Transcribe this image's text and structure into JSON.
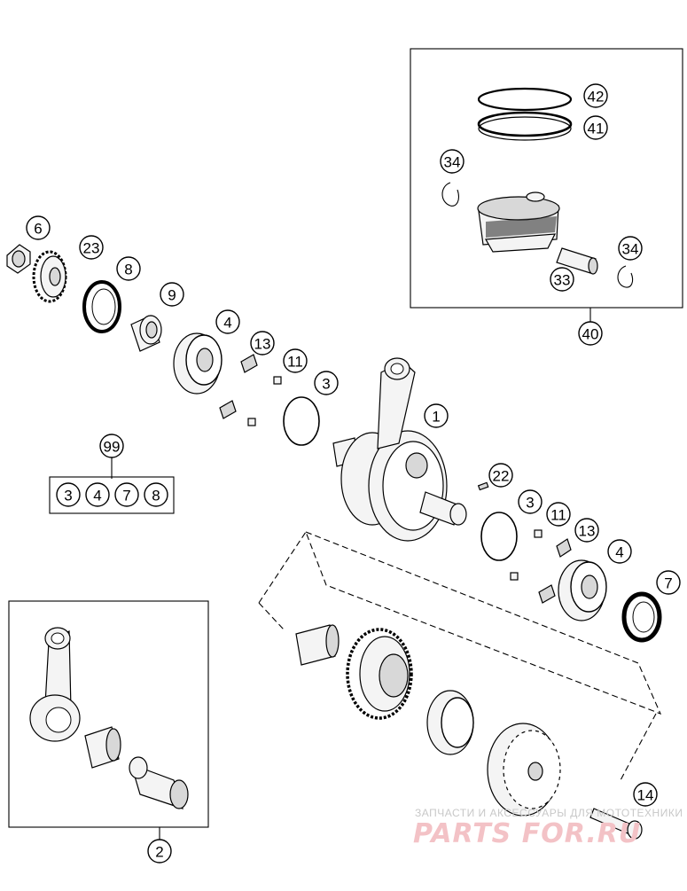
{
  "callouts": {
    "c1": "1",
    "c2": "2",
    "c3a": "3",
    "c3b": "3",
    "c4a": "4",
    "c4b": "4",
    "c6": "6",
    "c7": "7",
    "c8": "8",
    "c9": "9",
    "c11a": "11",
    "c11b": "11",
    "c13a": "13",
    "c13b": "13",
    "c14": "14",
    "c22": "22",
    "c23": "23",
    "c33": "33",
    "c34a": "34",
    "c34b": "34",
    "c40": "40",
    "c41": "41",
    "c42": "42",
    "c99": "99"
  },
  "kit_99": [
    "3",
    "4",
    "7",
    "8"
  ],
  "watermark": {
    "subtitle": "ЗАПЧАСТИ И АКСЕССУАРЫ ДЛЯ МОТОТЕХНИКИ",
    "brand": "PARTS FOR.RU",
    "color": "#e58a93"
  }
}
